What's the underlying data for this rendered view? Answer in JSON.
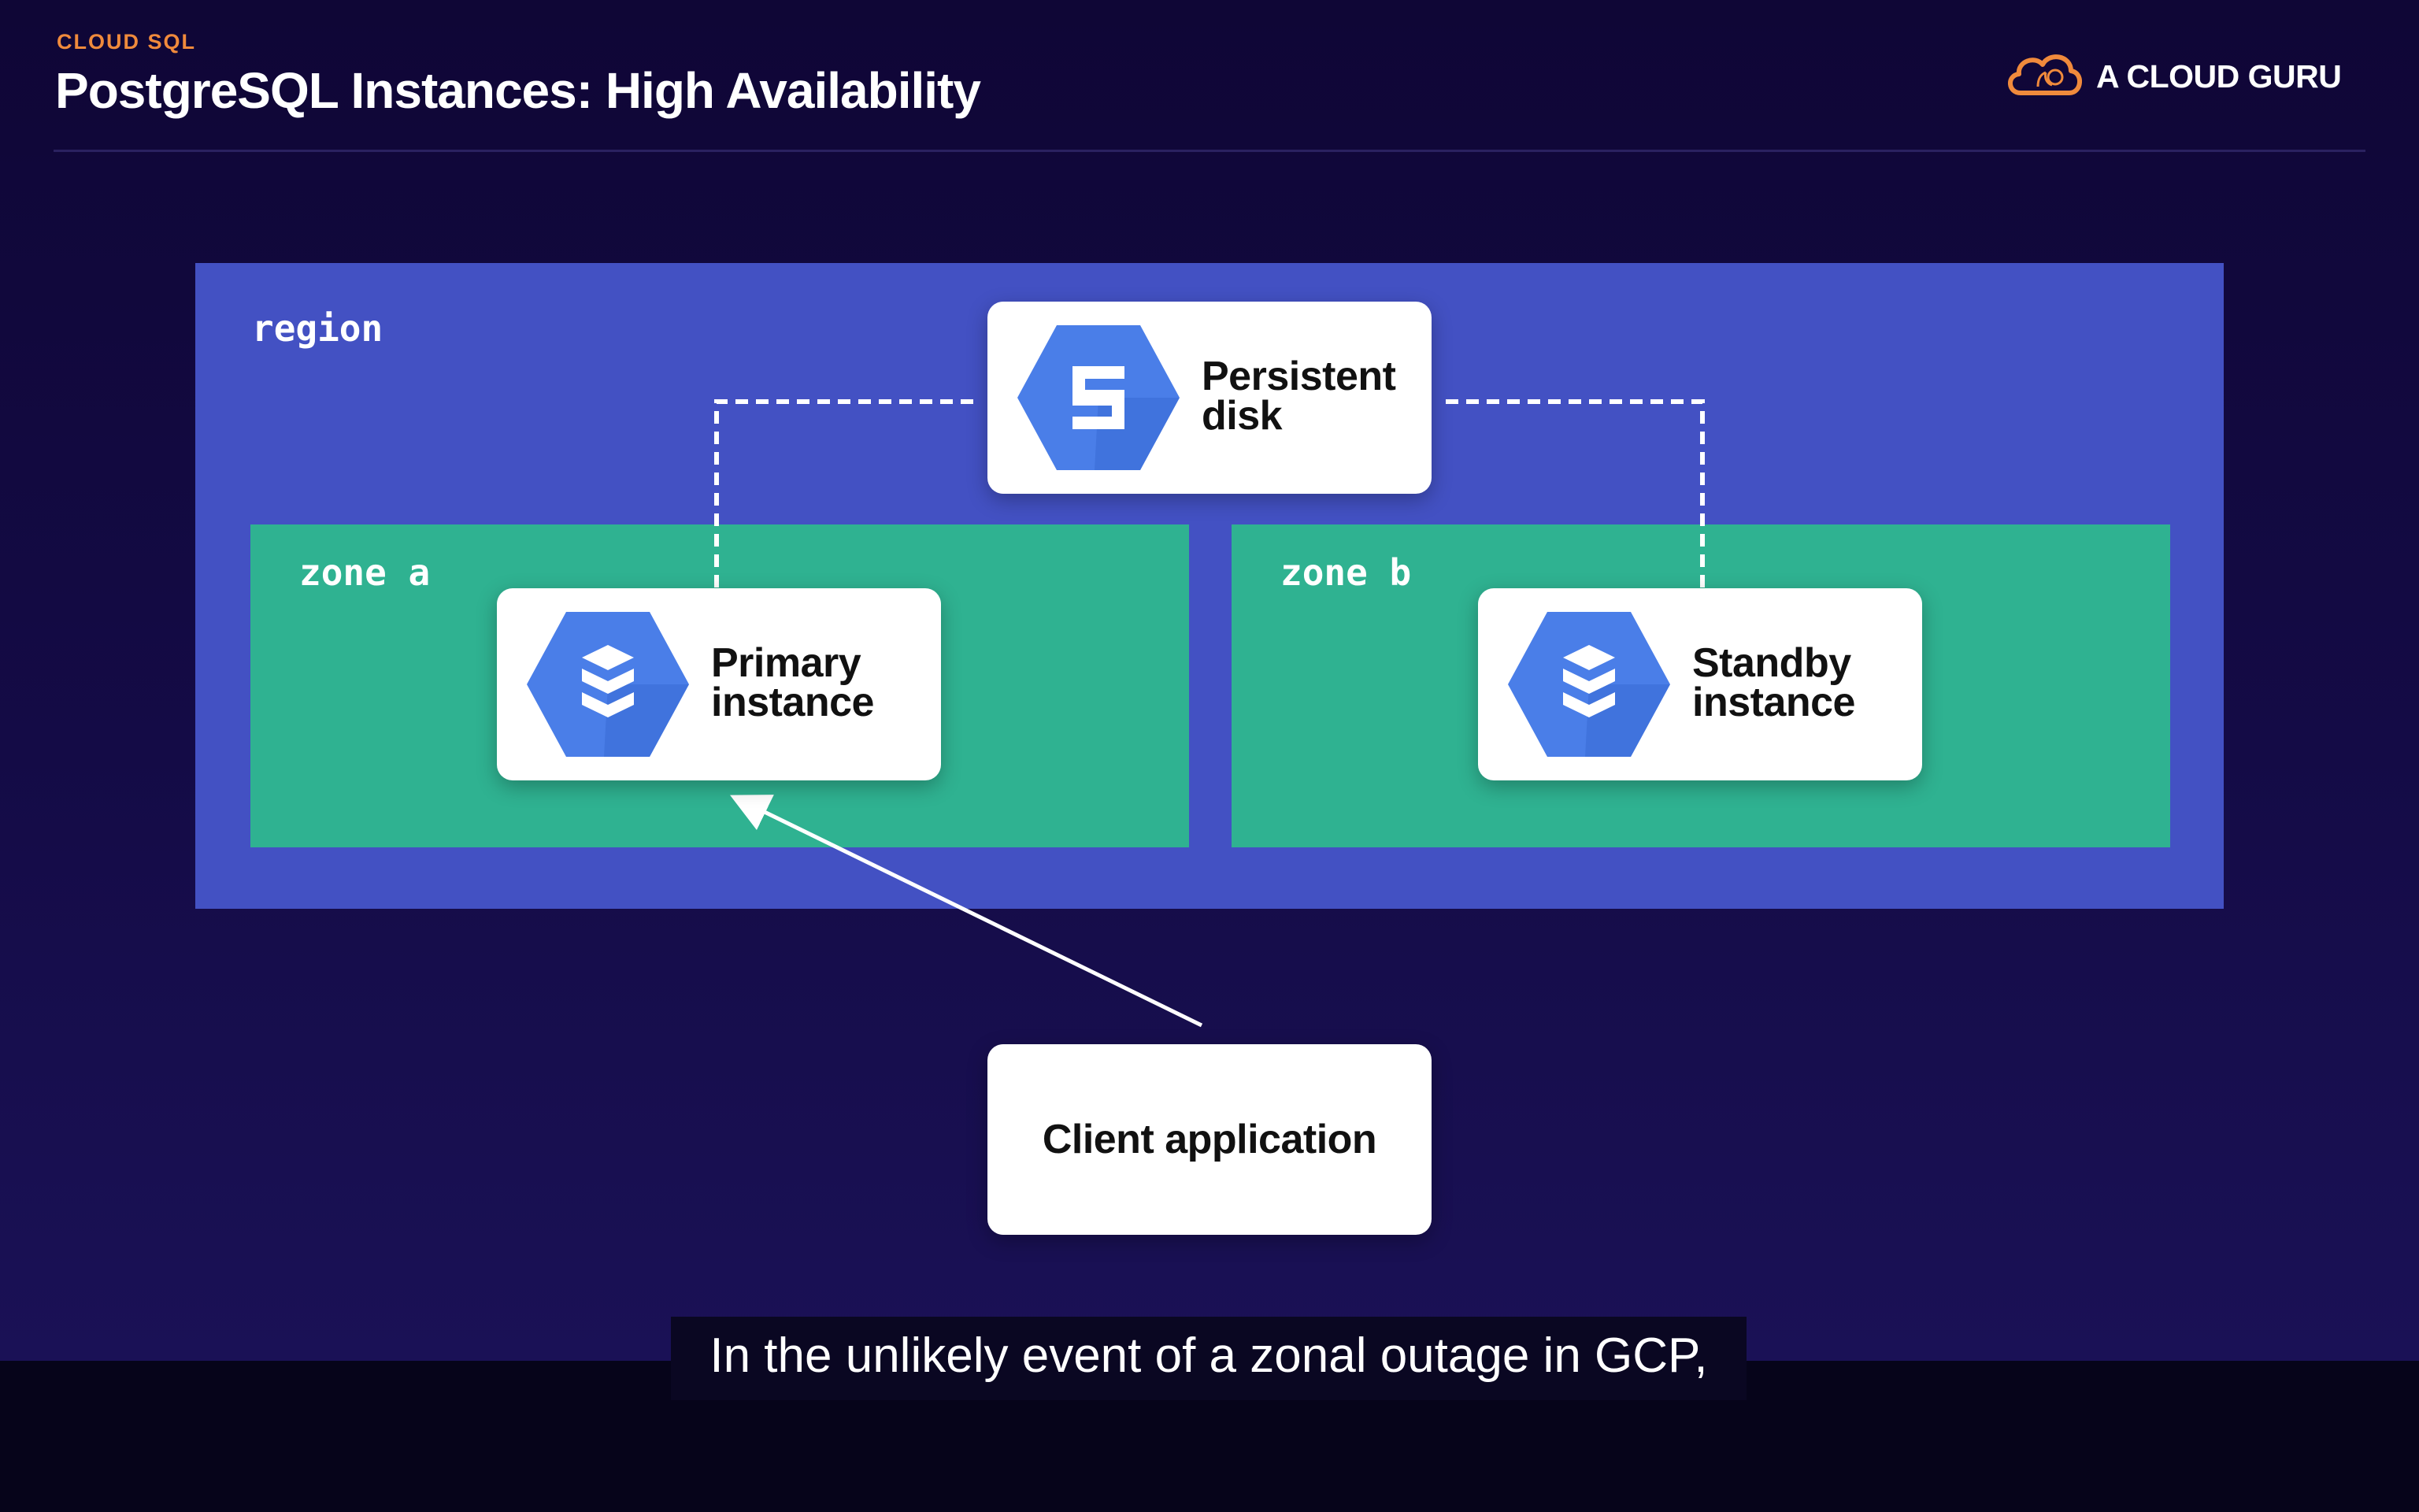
{
  "header": {
    "eyebrow": "CLOUD SQL",
    "title": "PostgreSQL Instances: High Availability",
    "brand": "A CLOUD GURU",
    "brand_icon": "cloud-logo-icon"
  },
  "diagram": {
    "region_label": "region",
    "zones": [
      {
        "label": "zone a"
      },
      {
        "label": "zone b"
      }
    ],
    "nodes": {
      "persistent_disk": {
        "label": "Persistent\ndisk",
        "icon": "storage-hexagon-icon"
      },
      "primary": {
        "label": "Primary\ninstance",
        "icon": "database-hexagon-icon"
      },
      "standby": {
        "label": "Standby\ninstance",
        "icon": "database-hexagon-icon"
      },
      "client": {
        "label": "Client application"
      }
    },
    "edges": [
      {
        "from": "persistent_disk",
        "to": "primary",
        "style": "dashed"
      },
      {
        "from": "persistent_disk",
        "to": "standby",
        "style": "dashed"
      },
      {
        "from": "client",
        "to": "primary",
        "style": "arrow"
      }
    ],
    "colors": {
      "region": "#4351c3",
      "zone": "#2fb291",
      "icon_blue": "#4a7ee8",
      "accent_orange": "#f08a3c"
    }
  },
  "subtitle": "In the unlikely event of a zonal outage in GCP,"
}
